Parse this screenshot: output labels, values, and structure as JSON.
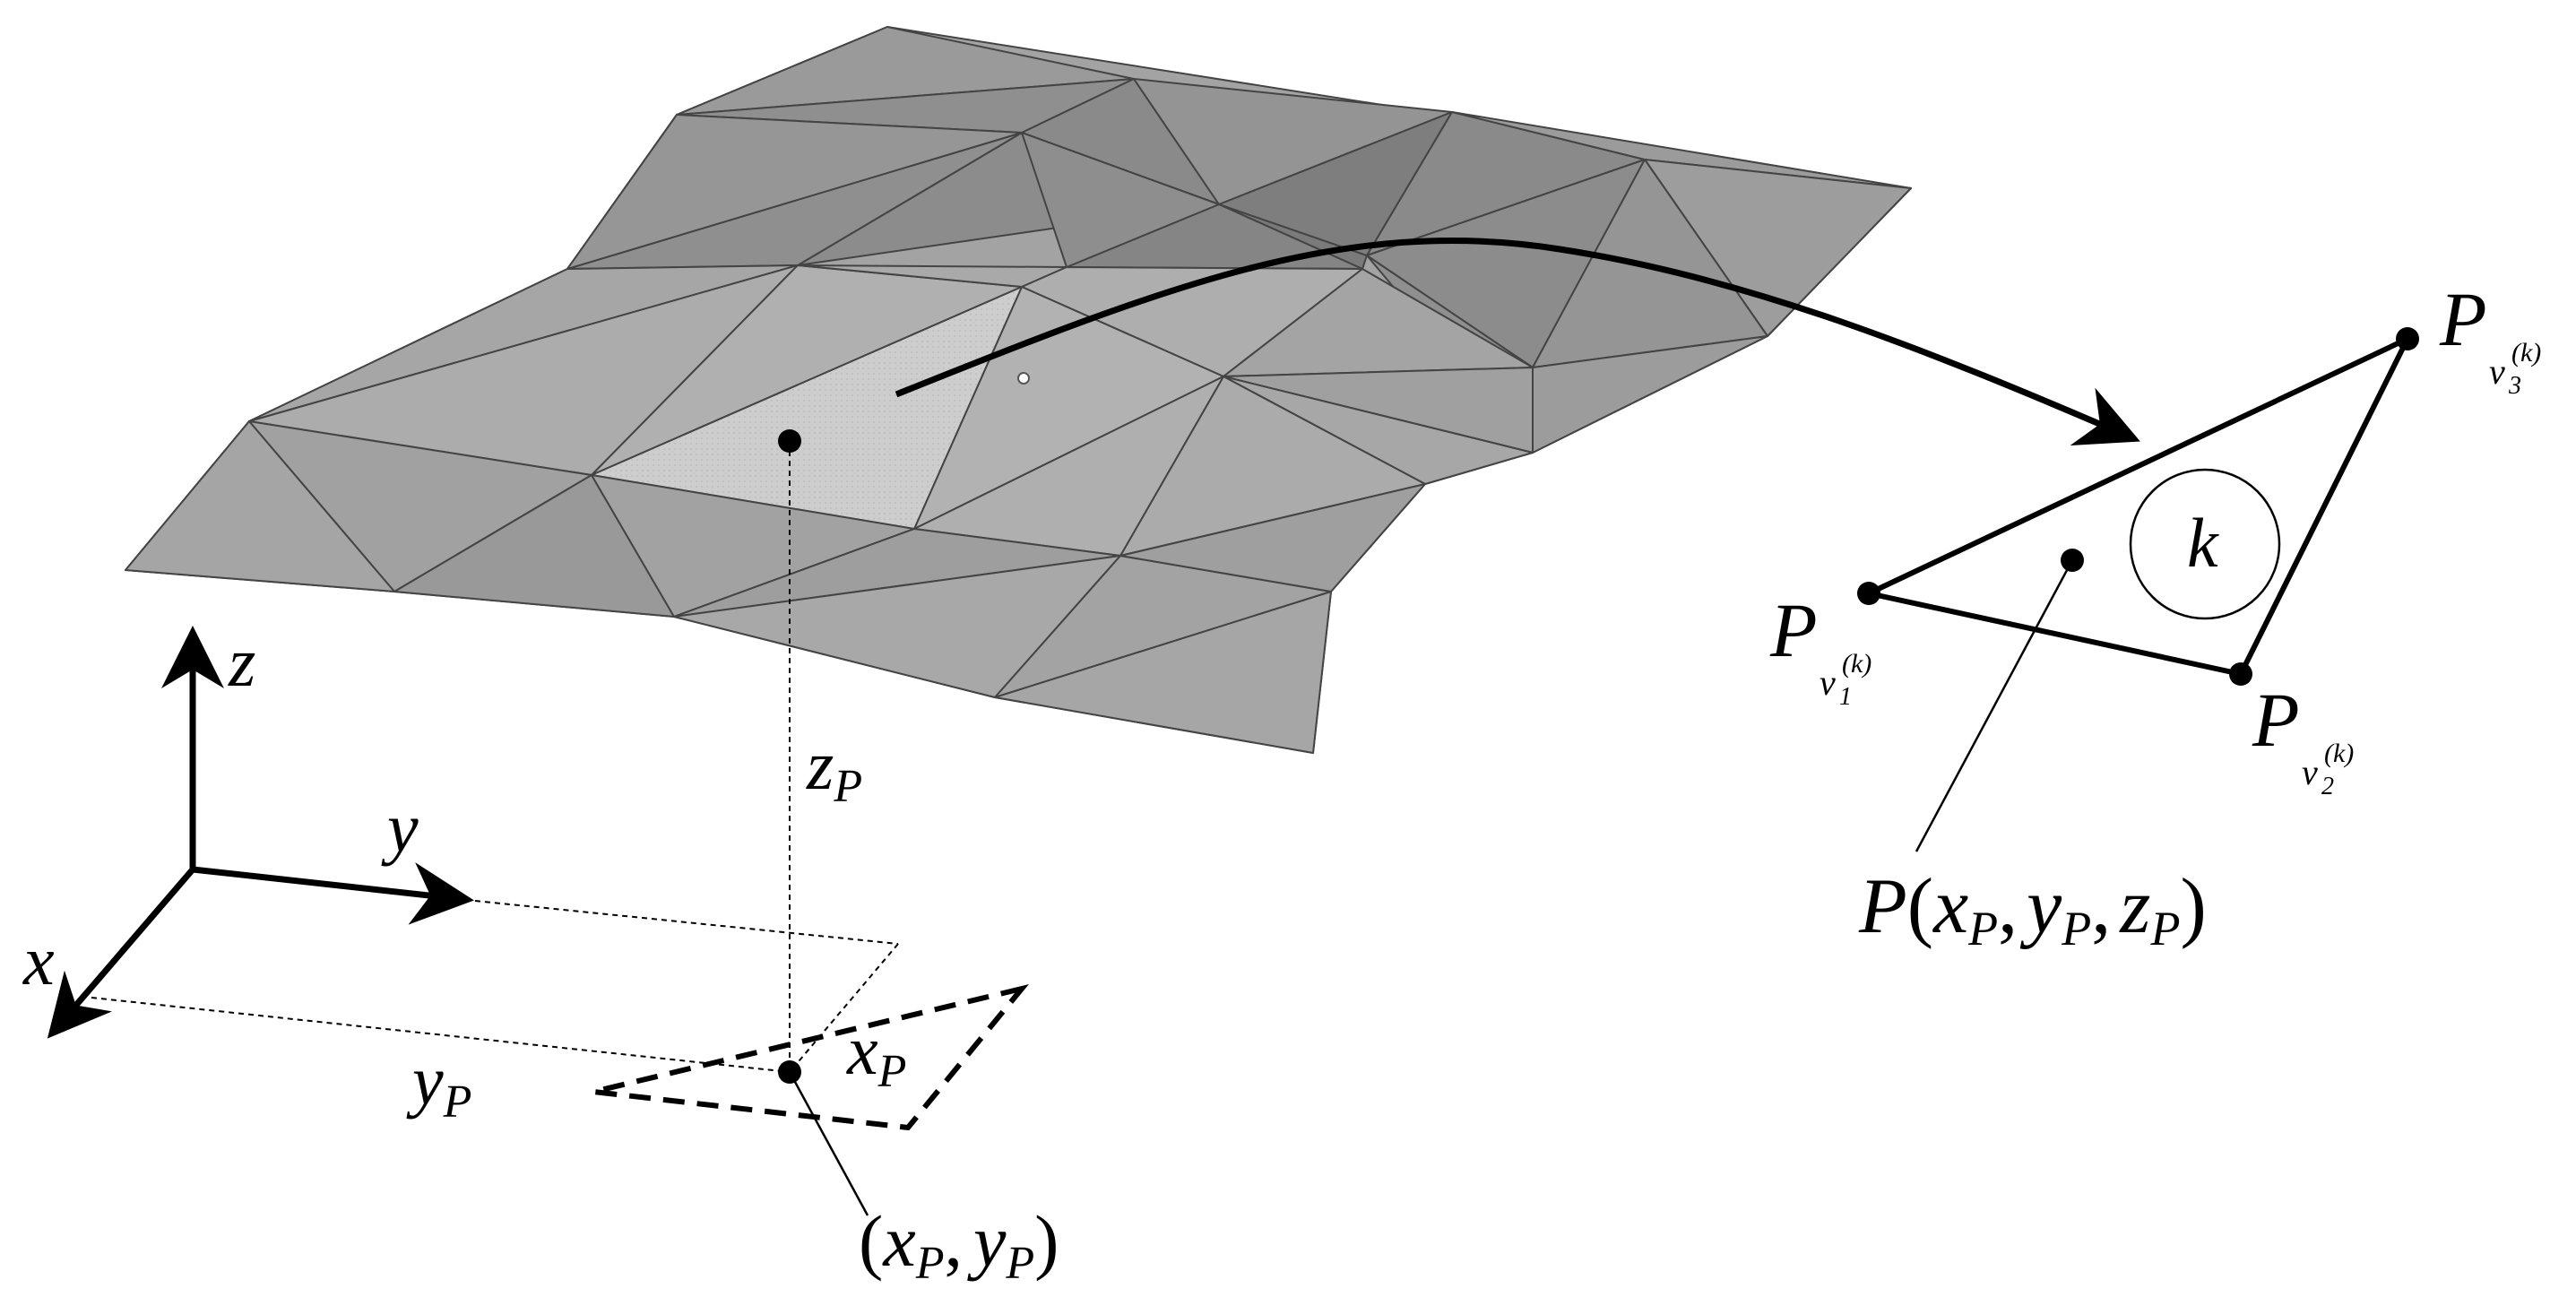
{
  "axes": {
    "x_label": "x",
    "y_label": "y",
    "z_label": "z"
  },
  "projection": {
    "z_label_main": "z",
    "z_label_sub": "P",
    "y_label_main": "y",
    "y_label_sub": "P",
    "x_label_main": "x",
    "x_label_sub": "P",
    "coord_open": "(",
    "coord_x": "x",
    "coord_x_sub": "P",
    "coord_sep": ",",
    "coord_y": "y",
    "coord_y_sub": "P",
    "coord_close": ")"
  },
  "triangle": {
    "element_label": "k",
    "vertex_symbol": "P",
    "vertex_base": "v",
    "vertex_superscript": "(k)",
    "vertex_1_index": "1",
    "vertex_2_index": "2",
    "vertex_3_index": "3"
  },
  "point_label": {
    "main": "P",
    "open": "(",
    "x": "x",
    "x_sub": "P",
    "sep1": ",",
    "y": "y",
    "y_sub": "P",
    "sep2": ",",
    "z": "z",
    "z_sub": "P",
    "close": ")"
  },
  "colors": {
    "mesh_fill": "#a3a3a3",
    "mesh_dark": "#8a8a8a",
    "mesh_darker": "#7a7a7a",
    "mesh_light": "#b3b3b3",
    "highlight_fill": "#cdcdcd",
    "edge": "#444444",
    "ink": "#000000"
  }
}
